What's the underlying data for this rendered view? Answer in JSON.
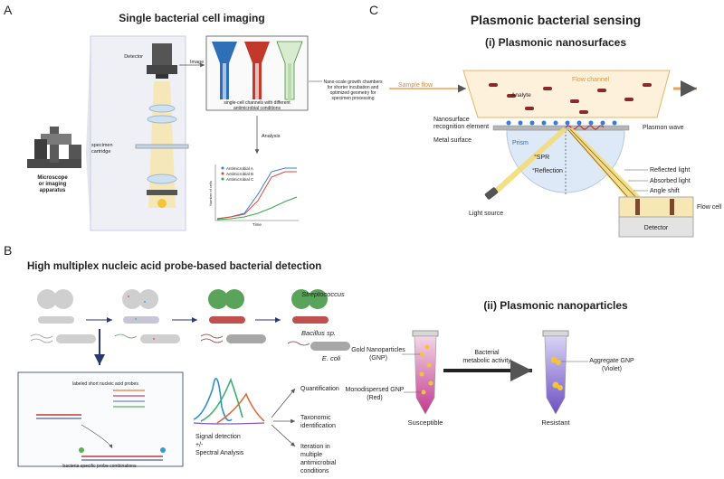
{
  "panel_a": {
    "letter": "A",
    "title": "Single bacterial cell imaging",
    "detector": "Detector",
    "image": "Image",
    "chambers_caption_1": "single-cell channels with different",
    "chambers_caption_2": "antimicrobial conditions",
    "note_1": "Nano-scale growth chambers",
    "note_2": "for shorter incubation and",
    "note_3": "optimized geometry for",
    "note_4": "specimen processing",
    "specimen_1": "specimen",
    "specimen_2": "cartridge",
    "microscope_1": "Microscope",
    "microscope_2": "or imaging",
    "microscope_3": "apparatus",
    "analysis": "Analysis",
    "chart_ylabel": "Number of cells",
    "chart_xlabel": "Time",
    "legend_a": "Antimicrobial A",
    "legend_b": "Antimicrobial B",
    "legend_c": "Antimicrobial C",
    "color_a": "#3b7dd8",
    "color_b": "#d8453b",
    "color_c": "#3ca648"
  },
  "panel_b": {
    "letter": "B",
    "title": "High multiplex nucleic acid probe-based bacterial detection",
    "streptococcus": "Streptococcus",
    "bacillus": "Bacillus sp.",
    "ecoli": "E. coli",
    "probes_label": "labeled short nucleic acid probes",
    "combinations_label": "bacteria-specific probe combinations",
    "signal_1": "Signal detection",
    "signal_2": "+/-",
    "signal_3": "Spectral Analysis",
    "quantification": "Quantification",
    "taxonomic_1": "Taxonomic",
    "taxonomic_2": "identification",
    "iteration_1": "Iteration in",
    "iteration_2": "multiple",
    "iteration_3": "antimicrobial",
    "iteration_4": "conditions"
  },
  "panel_c": {
    "letter": "C",
    "title": "Plasmonic bacterial sensing",
    "sub1": "(i) Plasmonic nanosurfaces",
    "flow_channel": "Flow channel",
    "sample_flow": "Sample flow",
    "analyte": "Analyte",
    "nanosurface_1": "Nanosurface",
    "nanosurface_2": "recognition element",
    "metal_surface": "Metal surface",
    "plasmon_wave": "Plasmon wave",
    "prism": "Prism",
    "spr": "°SPR",
    "reflection": "°Reflection",
    "reflected_light": "Reflected light",
    "absorbed_light": "Absorbed light",
    "angle_shift": "Angle shift",
    "flow_cell": "Flow cell",
    "light_source": "Light source",
    "detector": "Detector",
    "sub2": "(ii) Plasmonic nanoparticles",
    "gnp_1": "Gold Nanoparticles",
    "gnp_2": "(GNP)",
    "mono_1": "Monodispersed GNP",
    "mono_2": "(Red)",
    "bact_1": "Bacterial",
    "bact_2": "metabolic activity",
    "agg_1": "Aggregate GNP",
    "agg_2": "(Violet)",
    "susceptible": "Susceptible",
    "resistant": "Resistant"
  }
}
